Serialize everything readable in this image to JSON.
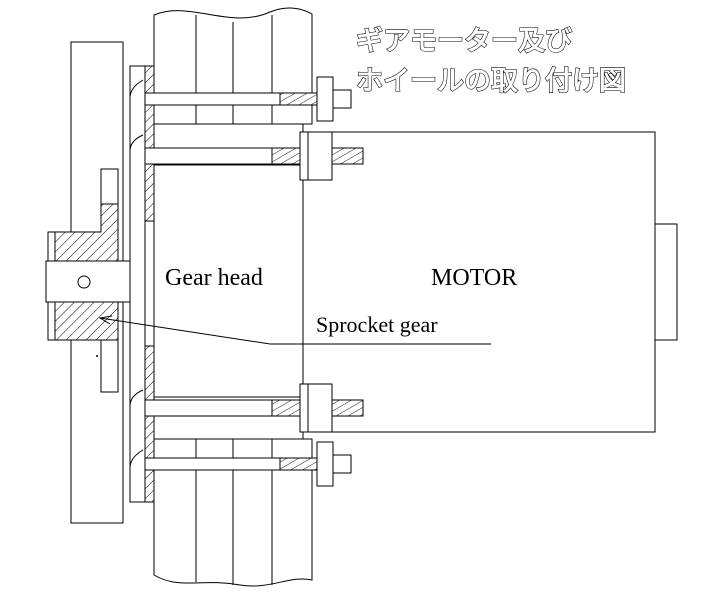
{
  "title": {
    "line1": "ギアモーター及び",
    "line2": "ホイールの取り付け図"
  },
  "labels": {
    "gear_head": "Gear head",
    "motor": "MOTOR",
    "sprocket_gear": "Sprocket gear"
  }
}
